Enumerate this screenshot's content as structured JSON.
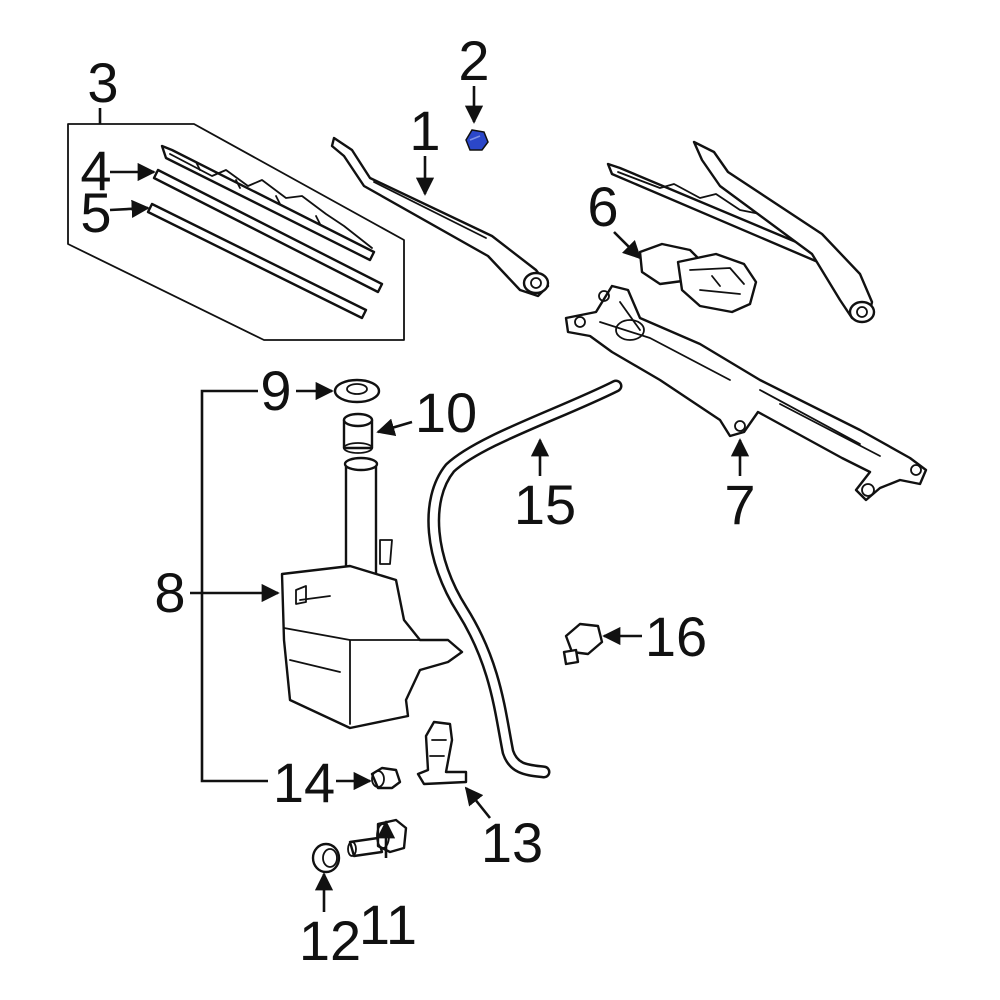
{
  "callouts": {
    "c1": "1",
    "c2": "2",
    "c3": "3",
    "c4": "4",
    "c5": "5",
    "c6": "6",
    "c7": "7",
    "c8": "8",
    "c9": "9",
    "c10": "10",
    "c11": "11",
    "c12": "12",
    "c13": "13",
    "c14": "14",
    "c15": "15",
    "c16": "16"
  },
  "colors": {
    "line": "#111111",
    "highlight_part": "#2b47c9",
    "background": "#ffffff"
  }
}
